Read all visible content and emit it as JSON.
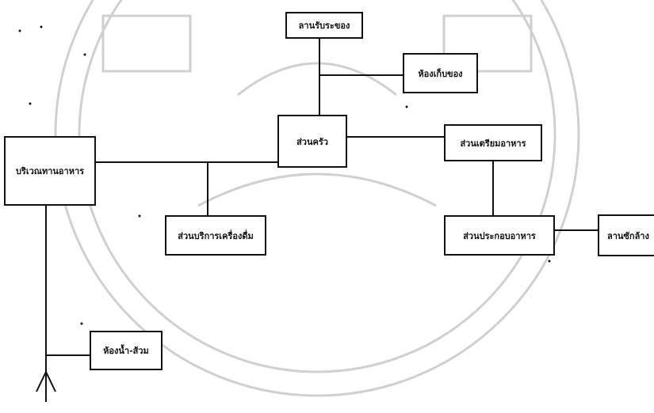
{
  "diagram": {
    "nodes": {
      "receiving": "ลานรับระของ",
      "storage": "ห้องเก็บของ",
      "kitchen": "ส่วนครัว",
      "prep": "ส่วนเตรียมอาหาร",
      "dining": "บริเวณทานอาหาร",
      "beverage": "ส่วนบริการเครื่องดื่ม",
      "cooking": "ส่วนประกอบอาหาร",
      "washing": "ลานซักล้าง",
      "restroom": "ห้องน้ำ-ส้วม"
    }
  },
  "colors": {
    "line": "#111111",
    "watermark": "#c8c8c8"
  }
}
